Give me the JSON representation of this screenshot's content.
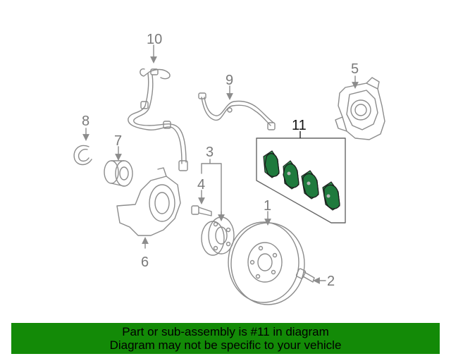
{
  "callouts": {
    "p1": "1",
    "p2": "2",
    "p3": "3",
    "p4": "4",
    "p5": "5",
    "p6": "6",
    "p7": "7",
    "p8": "8",
    "p9": "9",
    "p10": "10",
    "p11": "11"
  },
  "banner": {
    "line1": "Part or sub-assembly is #11 in diagram",
    "line2": "Diagram may not be specific to your vehicle"
  },
  "colors": {
    "banner_bg": "#138a07",
    "highlight_pad": "#1f7a3d",
    "line_art": "#8c8c8c"
  }
}
